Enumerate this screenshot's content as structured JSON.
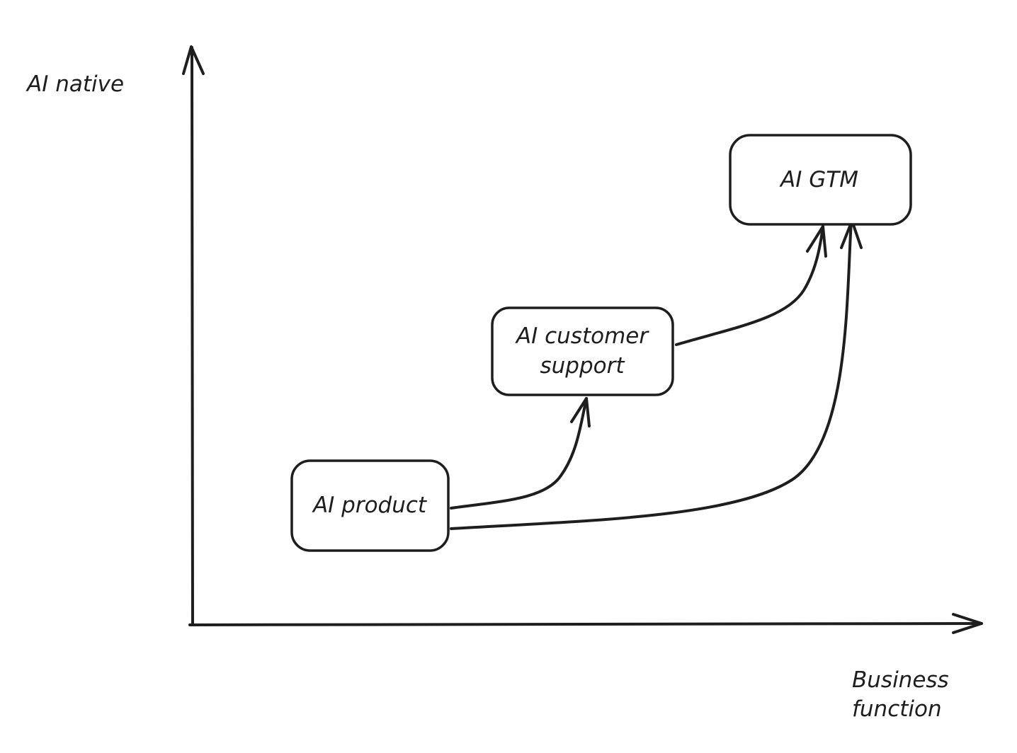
{
  "axes": {
    "y_label": "AI native",
    "x_label_line1": "Business",
    "x_label_line2": "function"
  },
  "nodes": {
    "product": "AI product",
    "support_line1": "AI customer",
    "support_line2": "support",
    "gtm": "AI GTM"
  },
  "colors": {
    "stroke": "#1e1e1e",
    "background": "#ffffff"
  }
}
